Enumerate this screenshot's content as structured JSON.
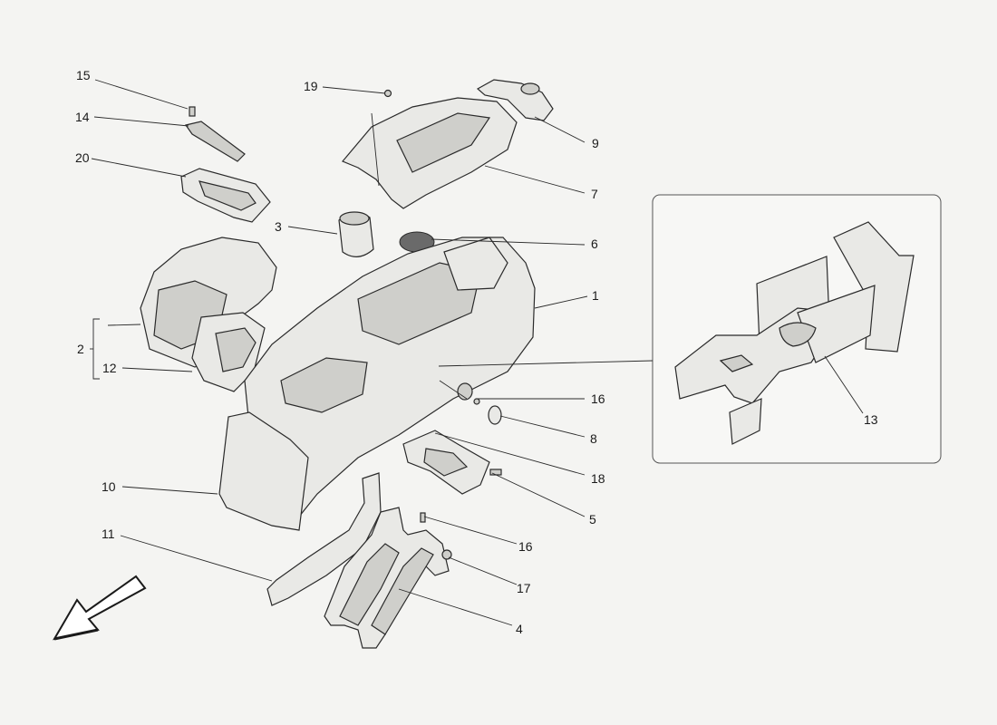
{
  "diagram": {
    "callouts": [
      {
        "id": "c1",
        "label": "1"
      },
      {
        "id": "c2",
        "label": "2"
      },
      {
        "id": "c3",
        "label": "3"
      },
      {
        "id": "c4",
        "label": "4"
      },
      {
        "id": "c5",
        "label": "5"
      },
      {
        "id": "c6",
        "label": "6"
      },
      {
        "id": "c7",
        "label": "7"
      },
      {
        "id": "c8",
        "label": "8"
      },
      {
        "id": "c9",
        "label": "9"
      },
      {
        "id": "c10",
        "label": "10"
      },
      {
        "id": "c11",
        "label": "11"
      },
      {
        "id": "c12",
        "label": "12"
      },
      {
        "id": "c13",
        "label": "13"
      },
      {
        "id": "c14",
        "label": "14"
      },
      {
        "id": "c15",
        "label": "15"
      },
      {
        "id": "c16a",
        "label": "16"
      },
      {
        "id": "c16b",
        "label": "16"
      },
      {
        "id": "c17",
        "label": "17"
      },
      {
        "id": "c18",
        "label": "18"
      },
      {
        "id": "c19",
        "label": "19"
      },
      {
        "id": "c20",
        "label": "20"
      }
    ]
  }
}
